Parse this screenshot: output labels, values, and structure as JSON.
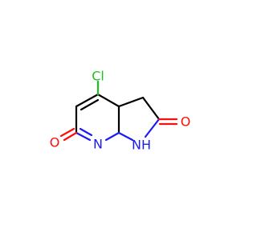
{
  "atoms": {
    "cl": {
      "text": "Cl",
      "color": "#1fbf1f"
    },
    "o_left": {
      "text": "O",
      "color": "#ff0d0d"
    },
    "o_right": {
      "text": "O",
      "color": "#ff0d0d"
    },
    "n_pyridine": {
      "text": "N",
      "color": "#1c1cf0"
    },
    "nh": {
      "text": "NH",
      "color": "#1c1cf0"
    }
  },
  "colors": {
    "carbon_bond": "#000000",
    "nitrogen": "#1c1cf0",
    "oxygen": "#ff0d0d",
    "chlorine": "#1fbf1f",
    "background": "#ffffff"
  }
}
